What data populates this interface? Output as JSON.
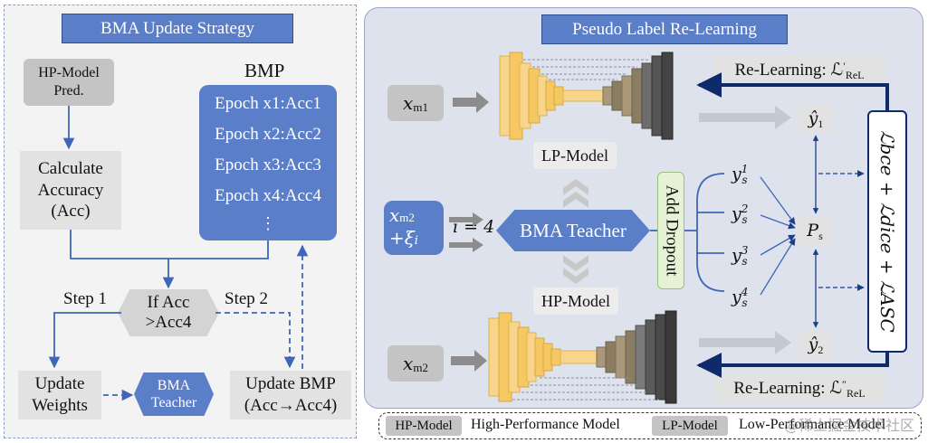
{
  "left": {
    "title": "BMA Update Strategy",
    "hp_pred": "HP-Model Pred.",
    "calc_acc": "Calculate Accuracy (Acc)",
    "bmp_title": "BMP",
    "bmp_items": [
      "Epoch x1:Acc1",
      "Epoch x2:Acc2",
      "Epoch x3:Acc3",
      "Epoch x4:Acc4"
    ],
    "bmp_ellipsis": "⋮",
    "decision": "If Acc >Acc4",
    "step1": "Step 1",
    "step2": "Step 2",
    "update_weights": "Update Weights",
    "bma_teacher": "BMA Teacher",
    "update_bmp": "Update BMP (Acc→Acc4)"
  },
  "right": {
    "title": "Pseudo Label Re-Learning",
    "xm1": "x",
    "xm1_sub": "m1",
    "xm2": "x",
    "xm2_sub": "m2",
    "xm2_xi_a": "x",
    "xm2_xi_sub": "m2",
    "xm2_xi_b": "+ξ",
    "xm2_xi_sub2": "i",
    "i_eq": "i = 4",
    "bma_teacher": "BMA Teacher",
    "lp_model": "LP-Model",
    "hp_model": "HP-Model",
    "add_dropout": "Add Dropout",
    "relearn_top": "Re-Learning: ℒ",
    "relearn_top_sup": "′",
    "relearn_top_sub": "ReL",
    "relearn_bottom": "Re-Learning: ℒ",
    "relearn_bottom_sup": "″",
    "relearn_bottom_sub": "ReL",
    "y_hat1": "ŷ",
    "y_hat1_sub": "1",
    "y_hat2": "ŷ",
    "y_hat2_sub": "2",
    "ys_labels": [
      "1",
      "2",
      "3",
      "4"
    ],
    "ys_base": "y",
    "ys_sub": "s",
    "ps": "P",
    "ps_sub": "s",
    "loss": "ℒbce + ℒdice + ℒASC"
  },
  "legend": {
    "hp_tag": "HP-Model",
    "hp_desc": "High-Performance Model",
    "lp_tag": "LP-Model",
    "lp_desc": "Low-Performance Model"
  },
  "colors": {
    "accent_blue": "#5b7ec8",
    "dark_navy": "#0f2a6b",
    "encoder_orange": "#f5c863",
    "decoder_brown": "#8a7d62",
    "dropout_green": "#e6f2d6"
  },
  "watermark": "@稀土掘金技术社区"
}
